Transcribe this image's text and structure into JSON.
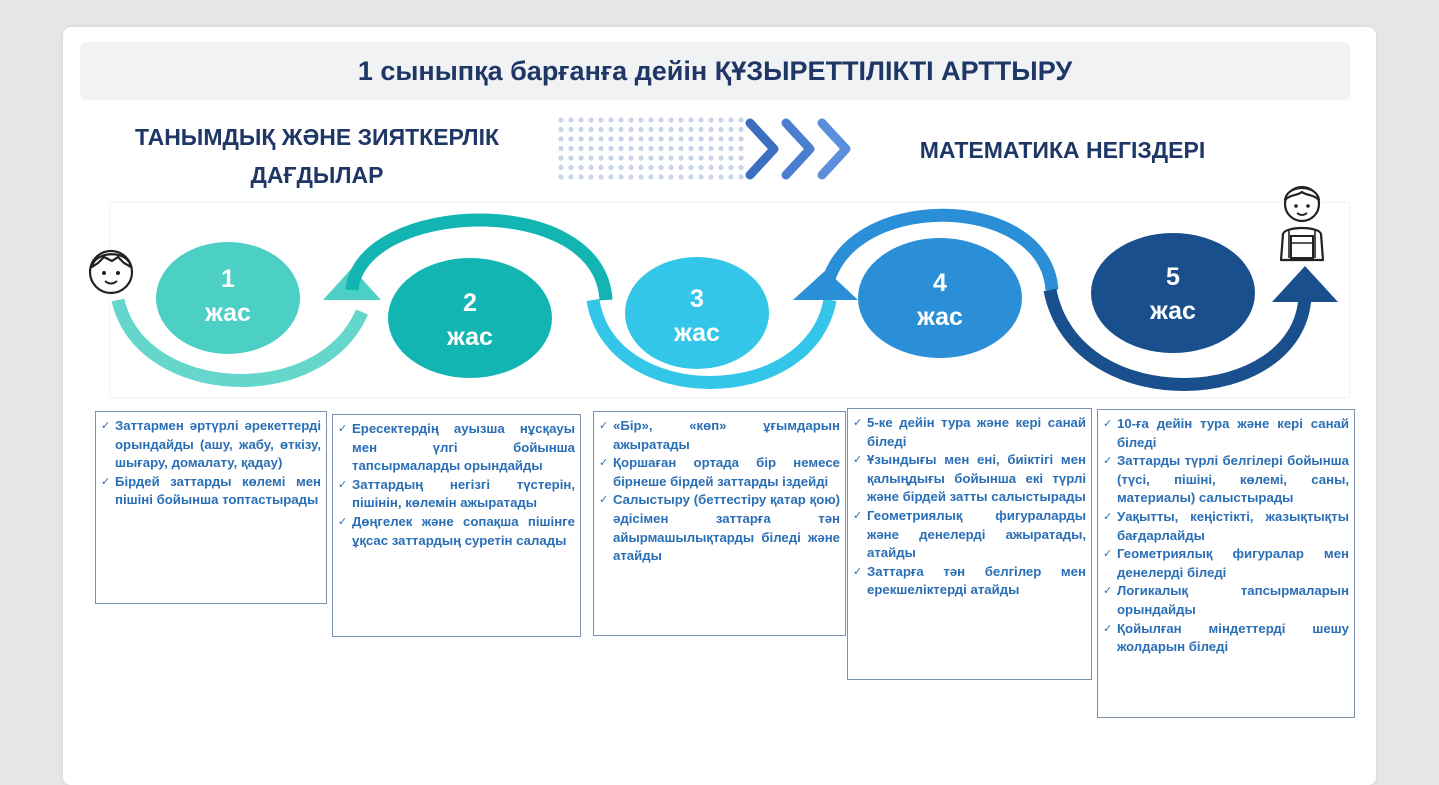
{
  "title": "1 сыныпқа барғанға дейін ҚҰЗЫРЕТТІЛІКТІ АРТТЫРУ",
  "heading_left_line1": "ТАНЫМДЫҚ ЖӘНЕ ЗИЯТКЕРЛІК",
  "heading_left_line2": "ДАҒДЫЛАР",
  "heading_right": "МАТЕМАТИКА НЕГІЗДЕРІ",
  "colors": {
    "title": "#1f3766",
    "stage1": "#4ccfc4",
    "stage2": "#13b5b3",
    "stage3": "#33c6e8",
    "stage4": "#2a8fd6",
    "stage5": "#1a4f8e",
    "text_blue": "#2a6fb6"
  },
  "icons": [
    "boy-face-icon",
    "schoolboy-icon",
    "dotted-grid-icon",
    "chevron-arrows-icon"
  ],
  "stages": [
    {
      "number": "1",
      "unit": "жас",
      "items": [
        "Заттармен әртүрлі әрекеттерді орындайды (ашу, жабу, өткізу, шығару, домалату, қадау)",
        "Бірдей заттарды көлемі мен пішіні бойынша топтастырады"
      ]
    },
    {
      "number": "2",
      "unit": "жас",
      "items": [
        "Ересектердің ауызша нұсқауы мен үлгі бойынша тапсырмаларды орындайды",
        "Заттардың негізгі түстерін, пішінін, көлемін ажыратады",
        "Дөңгелек және сопақша пішінге ұқсас заттардың суретін салады"
      ]
    },
    {
      "number": "3",
      "unit": "жас",
      "items": [
        "«Бір», «көп» ұғымдарын ажыратады",
        "Қоршаған ортада бір немесе бірнеше бірдей заттарды іздейді",
        "Салыстыру (беттестіру қатар қою) әдісімен заттарға тән айырмашылықтарды біледі және атайды"
      ]
    },
    {
      "number": "4",
      "unit": "жас",
      "items": [
        "5-ке дейін тура және кері санай біледі",
        "Ұзындығы мен ені, биіктігі мен қалыңдығы бойынша екі түрлі және бірдей затты салыстырады",
        "Геометриялық фигураларды және денелерді ажыратады, атайды",
        "Заттарға тән белгілер мен ерекшеліктерді атайды"
      ]
    },
    {
      "number": "5",
      "unit": "жас",
      "items": [
        "10-ға дейін тура және кері санай біледі",
        "Заттарды түрлі белгілері бойынша (түсі, пішіні, көлемі, саны, материалы) салыстырады",
        "Уақытты, кеңістікті, жазықтықты бағдарлайды",
        "Геометриялық фигуралар мен денелерді біледі",
        "Логикалық тапсырмаларын орындайды",
        "Қойылған міндеттерді шешу жолдарын біледі"
      ]
    }
  ]
}
